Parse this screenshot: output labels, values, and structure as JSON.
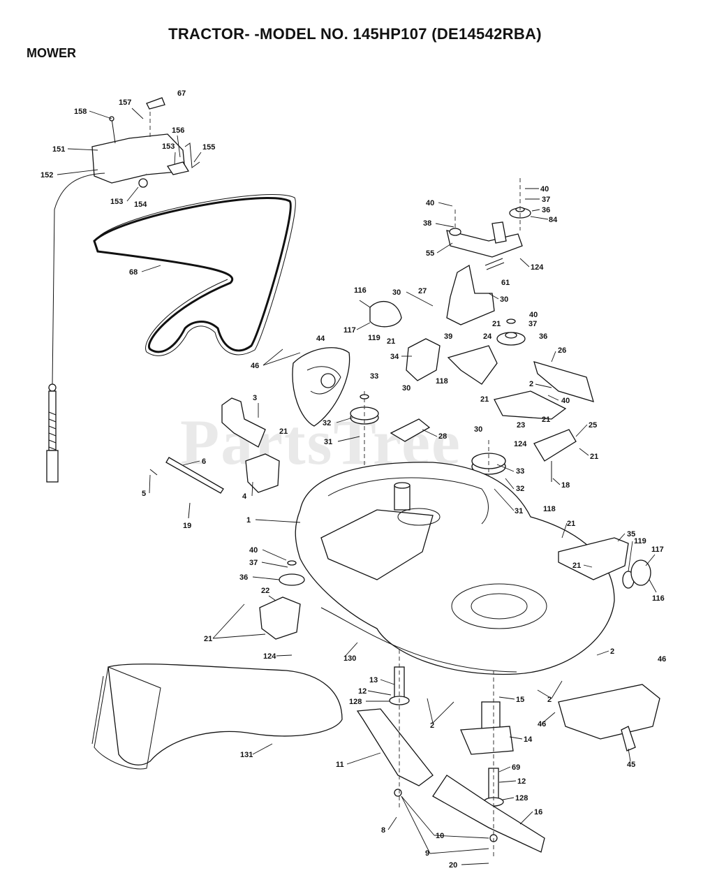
{
  "header": {
    "title": "TRACTOR- -MODEL NO. 145HP107 (DE14542RBA)",
    "section": "MOWER"
  },
  "watermark": "PartsTree",
  "callouts": [
    {
      "label": "67"
    },
    {
      "label": "157"
    },
    {
      "label": "158"
    },
    {
      "label": "156"
    },
    {
      "label": "153"
    },
    {
      "label": "155"
    },
    {
      "label": "151"
    },
    {
      "label": "152"
    },
    {
      "label": "153"
    },
    {
      "label": "154"
    },
    {
      "label": "68"
    },
    {
      "label": "40"
    },
    {
      "label": "37"
    },
    {
      "label": "36"
    },
    {
      "label": "84"
    },
    {
      "label": "40"
    },
    {
      "label": "38"
    },
    {
      "label": "55"
    },
    {
      "label": "124"
    },
    {
      "label": "61"
    },
    {
      "label": "30"
    },
    {
      "label": "116"
    },
    {
      "label": "30"
    },
    {
      "label": "27"
    },
    {
      "label": "40"
    },
    {
      "label": "37"
    },
    {
      "label": "36"
    },
    {
      "label": "117"
    },
    {
      "label": "119"
    },
    {
      "label": "21"
    },
    {
      "label": "21"
    },
    {
      "label": "39"
    },
    {
      "label": "24"
    },
    {
      "label": "26"
    },
    {
      "label": "34"
    },
    {
      "label": "118"
    },
    {
      "label": "46"
    },
    {
      "label": "44"
    },
    {
      "label": "33"
    },
    {
      "label": "2"
    },
    {
      "label": "21"
    },
    {
      "label": "40"
    },
    {
      "label": "30"
    },
    {
      "label": "3"
    },
    {
      "label": "23"
    },
    {
      "label": "21"
    },
    {
      "label": "25"
    },
    {
      "label": "32"
    },
    {
      "label": "21"
    },
    {
      "label": "31"
    },
    {
      "label": "28"
    },
    {
      "label": "30"
    },
    {
      "label": "124"
    },
    {
      "label": "21"
    },
    {
      "label": "6"
    },
    {
      "label": "33"
    },
    {
      "label": "5"
    },
    {
      "label": "4"
    },
    {
      "label": "32"
    },
    {
      "label": "18"
    },
    {
      "label": "19"
    },
    {
      "label": "31"
    },
    {
      "label": "118"
    },
    {
      "label": "1"
    },
    {
      "label": "21"
    },
    {
      "label": "35"
    },
    {
      "label": "40"
    },
    {
      "label": "119"
    },
    {
      "label": "117"
    },
    {
      "label": "37"
    },
    {
      "label": "21"
    },
    {
      "label": "36"
    },
    {
      "label": "116"
    },
    {
      "label": "22"
    },
    {
      "label": "21"
    },
    {
      "label": "124"
    },
    {
      "label": "130"
    },
    {
      "label": "2"
    },
    {
      "label": "46"
    },
    {
      "label": "13"
    },
    {
      "label": "12"
    },
    {
      "label": "128"
    },
    {
      "label": "15"
    },
    {
      "label": "2"
    },
    {
      "label": "2"
    },
    {
      "label": "46"
    },
    {
      "label": "14"
    },
    {
      "label": "131"
    },
    {
      "label": "45"
    },
    {
      "label": "11"
    },
    {
      "label": "69"
    },
    {
      "label": "12"
    },
    {
      "label": "128"
    },
    {
      "label": "16"
    },
    {
      "label": "8"
    },
    {
      "label": "10"
    },
    {
      "label": "9"
    },
    {
      "label": "20"
    }
  ]
}
